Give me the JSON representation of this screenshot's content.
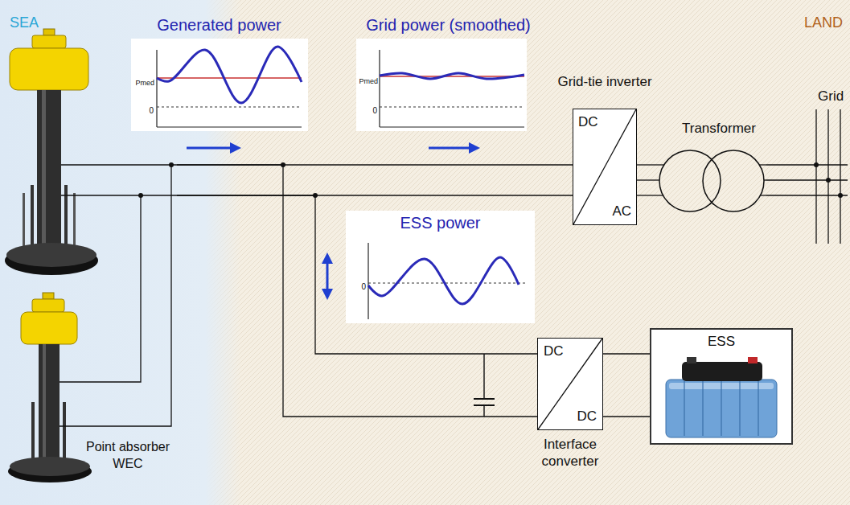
{
  "diagram": {
    "nodes": [
      {
        "text": [
          "Point absorber WEC"
        ]
      },
      {
        "text": [
          "Generated power",
          "Pmed",
          "0"
        ]
      },
      {
        "text": [
          "Grid power (smoothed)",
          "Pmed",
          "0"
        ]
      },
      {
        "text": [
          "Grid-tie inverter",
          "DC",
          "AC"
        ]
      },
      {
        "text": [
          "Transformer"
        ]
      },
      {
        "text": [
          "Grid"
        ]
      },
      {
        "text": [
          "ESS power",
          "0"
        ]
      },
      {
        "text": [
          "DC",
          "DC",
          "Interface converter"
        ]
      },
      {
        "text": [
          "ESS"
        ]
      }
    ],
    "edges": [
      {
        "from": 0,
        "to": 3,
        "arrow": "none"
      },
      {
        "from": 0,
        "to": 7,
        "arrow": "none"
      },
      {
        "from": 3,
        "to": 4,
        "arrow": "none"
      },
      {
        "from": 4,
        "to": 5,
        "arrow": "none"
      },
      {
        "from": 7,
        "to": 8,
        "arrow": "none"
      }
    ],
    "labels": [
      "SEA",
      "LAND"
    ]
  }
}
